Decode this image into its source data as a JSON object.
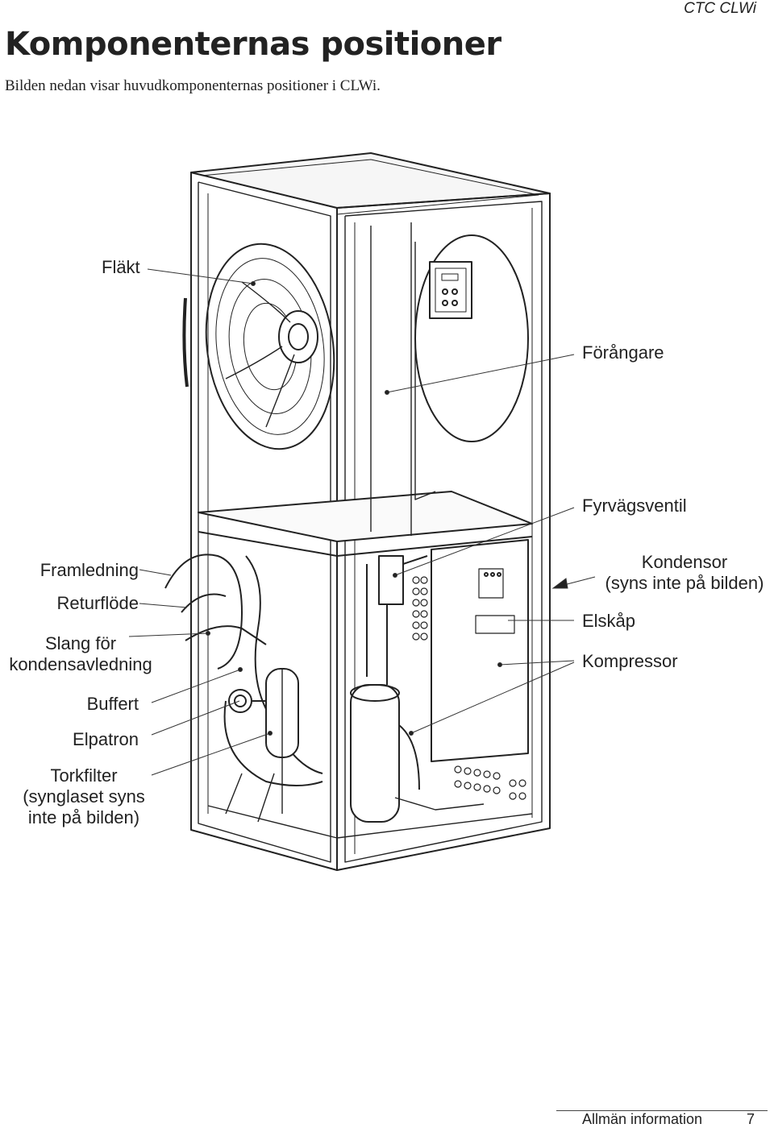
{
  "header": {
    "brand": "CTC CLWi",
    "title": "Komponenternas positioner",
    "subtitle": "Bilden nedan visar huvudkomponenternas positioner i CLWi."
  },
  "labels": {
    "flakt": "Fläkt",
    "forangare": "Förångare",
    "fyrvagsventil": "Fyrvägsventil",
    "framledning": "Framledning",
    "returflode": "Returflöde",
    "slang_line1": "Slang för",
    "slang_line2": "kondensavledning",
    "buffert": "Buffert",
    "elpatron": "Elpatron",
    "torkfilter_line1": "Torkfilter",
    "torkfilter_line2": "(synglaset syns",
    "torkfilter_line3": "inte på bilden)",
    "kondensor_line1": "Kondensor",
    "kondensor_line2": "(syns inte på bilden)",
    "elskap": "Elskåp",
    "kompressor": "Kompressor"
  },
  "footer": {
    "section": "Allmän information",
    "page_number": "7"
  }
}
